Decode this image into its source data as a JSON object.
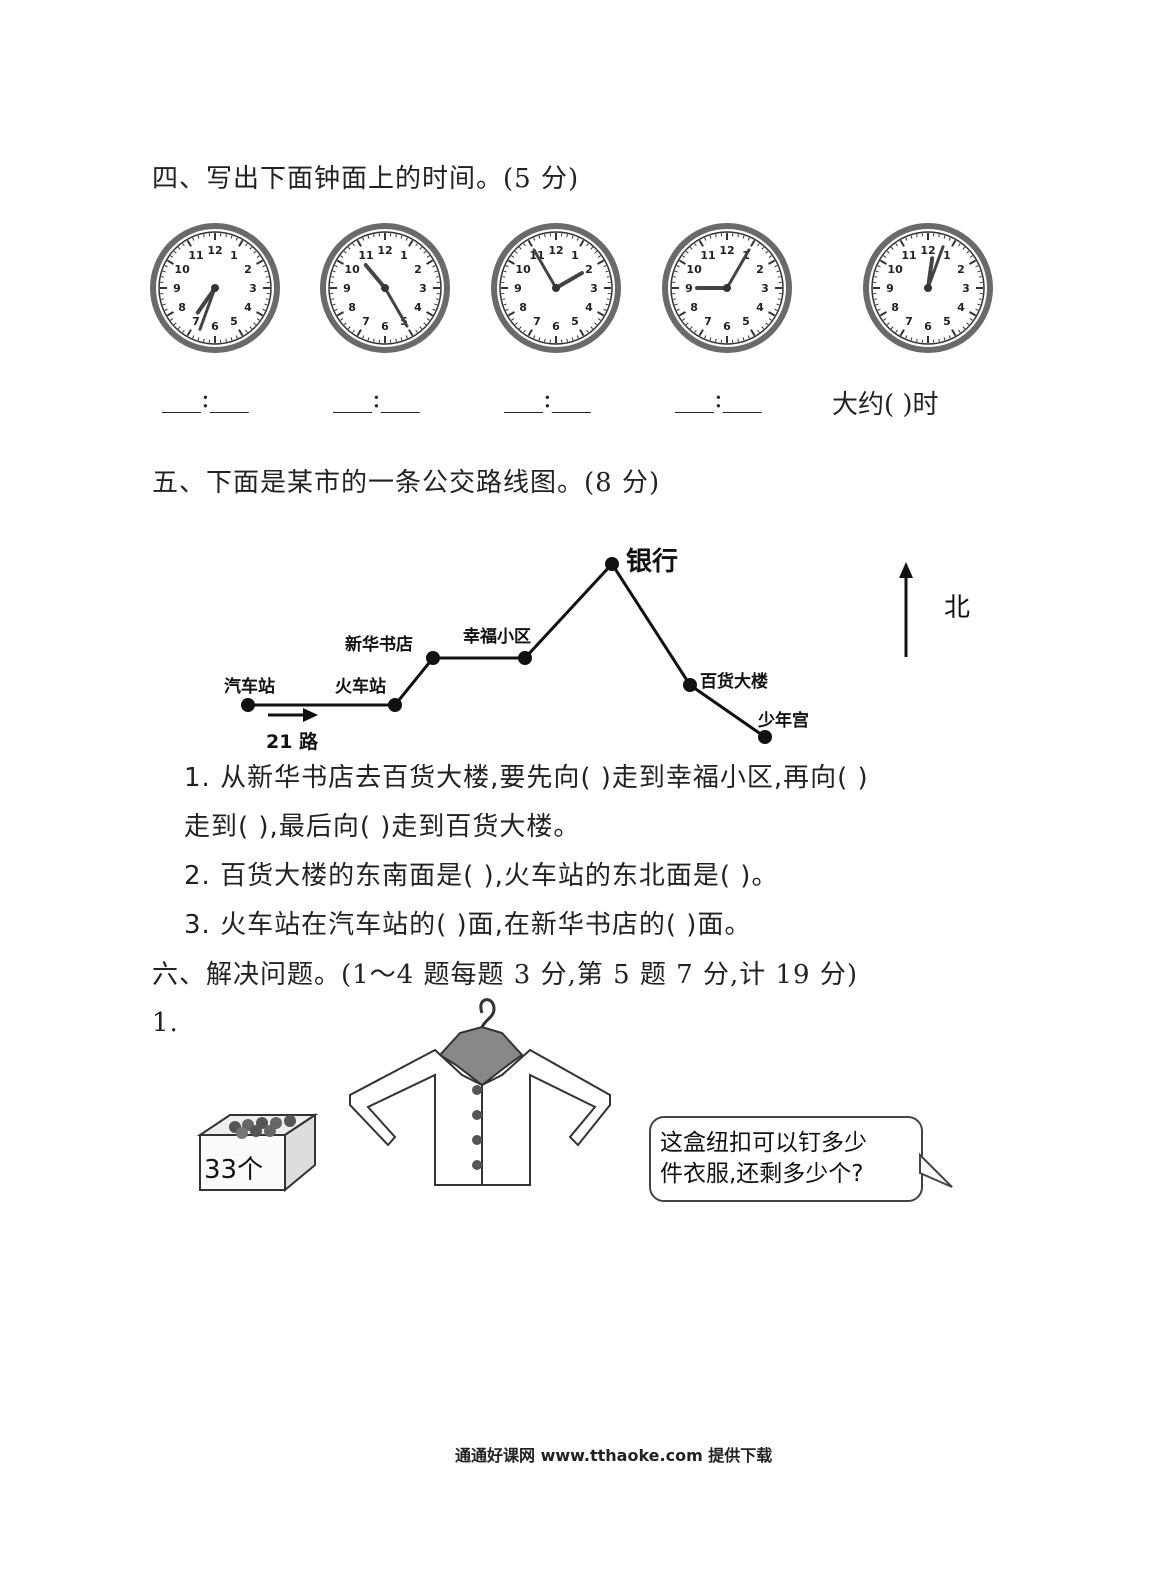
{
  "section4": {
    "title": "四、写出下面钟面上的时间。(5 分)",
    "clocks": [
      {
        "hour_angle": 215,
        "minute_angle": 200
      },
      {
        "hour_angle": 320,
        "minute_angle": 150
      },
      {
        "hour_angle": 60,
        "minute_angle": 330
      },
      {
        "hour_angle": 270,
        "minute_angle": 30
      },
      {
        "hour_angle": 8,
        "minute_angle": 20
      }
    ],
    "answers": [
      "___:___",
      "___:___",
      "___:___",
      "___:___",
      "大约(    )时"
    ]
  },
  "section5": {
    "title": "五、下面是某市的一条公交路线图。(8 分)",
    "stations": {
      "bus_station": "汽车站",
      "train_station": "火车站",
      "bookstore": "新华书店",
      "community": "幸福小区",
      "bank": "银行",
      "mall": "百货大楼",
      "youth_palace": "少年宫"
    },
    "route_label": "21 路",
    "north_label": "北",
    "questions": [
      "1. 从新华书店去百货大楼,要先向(          )走到幸福小区,再向(          )",
      "走到(          ),最后向(          )走到百货大楼。",
      "2. 百货大楼的东南面是(          ),火车站的东北面是(          )。",
      "3. 火车站在汽车站的(          )面,在新华书店的(          )面。"
    ]
  },
  "section6": {
    "title": "六、解决问题。(1～4 题每题 3 分,第 5 题 7 分,计 19 分)",
    "q1_number": "1.",
    "box_label": "33个",
    "speech": [
      "这盒纽扣可以钉多少",
      "件衣服,还剩多少个?"
    ]
  },
  "footer": "通通好课网  www.tthaoke.com  提供下载"
}
